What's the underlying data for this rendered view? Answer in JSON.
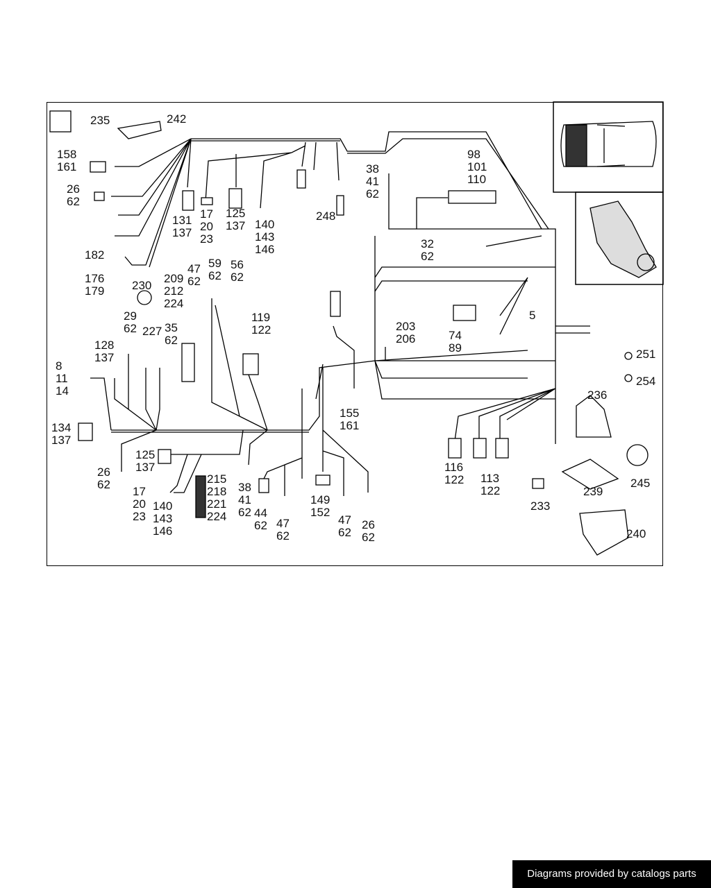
{
  "diagram": {
    "labels": [
      "235",
      "242",
      "158\n161",
      "26\n62",
      "182",
      "176\n179",
      "131\n137",
      "17\n20\n23",
      "125\n137",
      "140\n143\n146",
      "248",
      "38\n41\n62",
      "98\n101\n110",
      "32\n62",
      "230",
      "209\n212\n224",
      "47\n62",
      "59\n62",
      "56\n62",
      "29\n62",
      "227",
      "35\n62",
      "119\n122",
      "203\n206",
      "74\n89",
      "5",
      "128\n137",
      "8\n11\n14",
      "134\n137",
      "251",
      "254",
      "236",
      "155\n161",
      "125\n137",
      "26\n62",
      "17\n20\n23",
      "140\n143\n146",
      "215\n218\n221\n224",
      "38\n41\n62",
      "44\n62",
      "47\n62",
      "149\n152",
      "47\n62",
      "26\n62",
      "116\n122",
      "113\n122",
      "233",
      "239",
      "245",
      "240"
    ]
  },
  "footer": {
    "text": "Diagrams provided by catalogs parts"
  }
}
